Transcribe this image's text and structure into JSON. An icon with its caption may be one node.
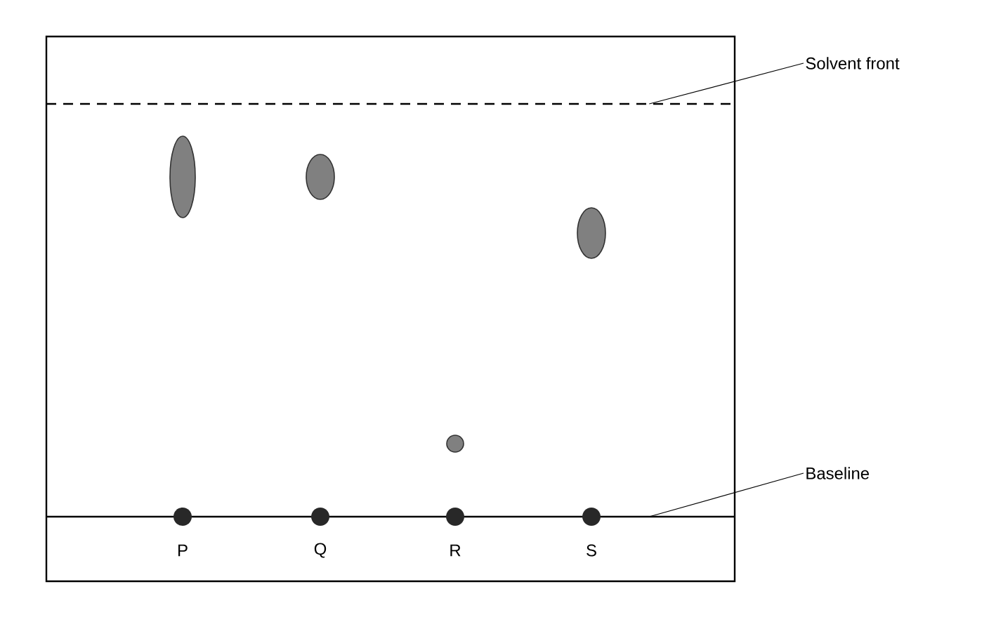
{
  "diagram": {
    "nodes": [
      {
        "text": [
          "Solvent front"
        ]
      },
      {
        "text": [],
        "shape": "line"
      },
      {
        "text": [
          "Baseline"
        ]
      },
      {
        "text": [],
        "shape": "line"
      }
    ],
    "edges": [
      {
        "from": 0,
        "to": 1,
        "arrow": "none"
      },
      {
        "from": 2,
        "to": 3,
        "arrow": "none"
      }
    ],
    "labels": [
      "P",
      "Q",
      "R",
      "S"
    ]
  }
}
